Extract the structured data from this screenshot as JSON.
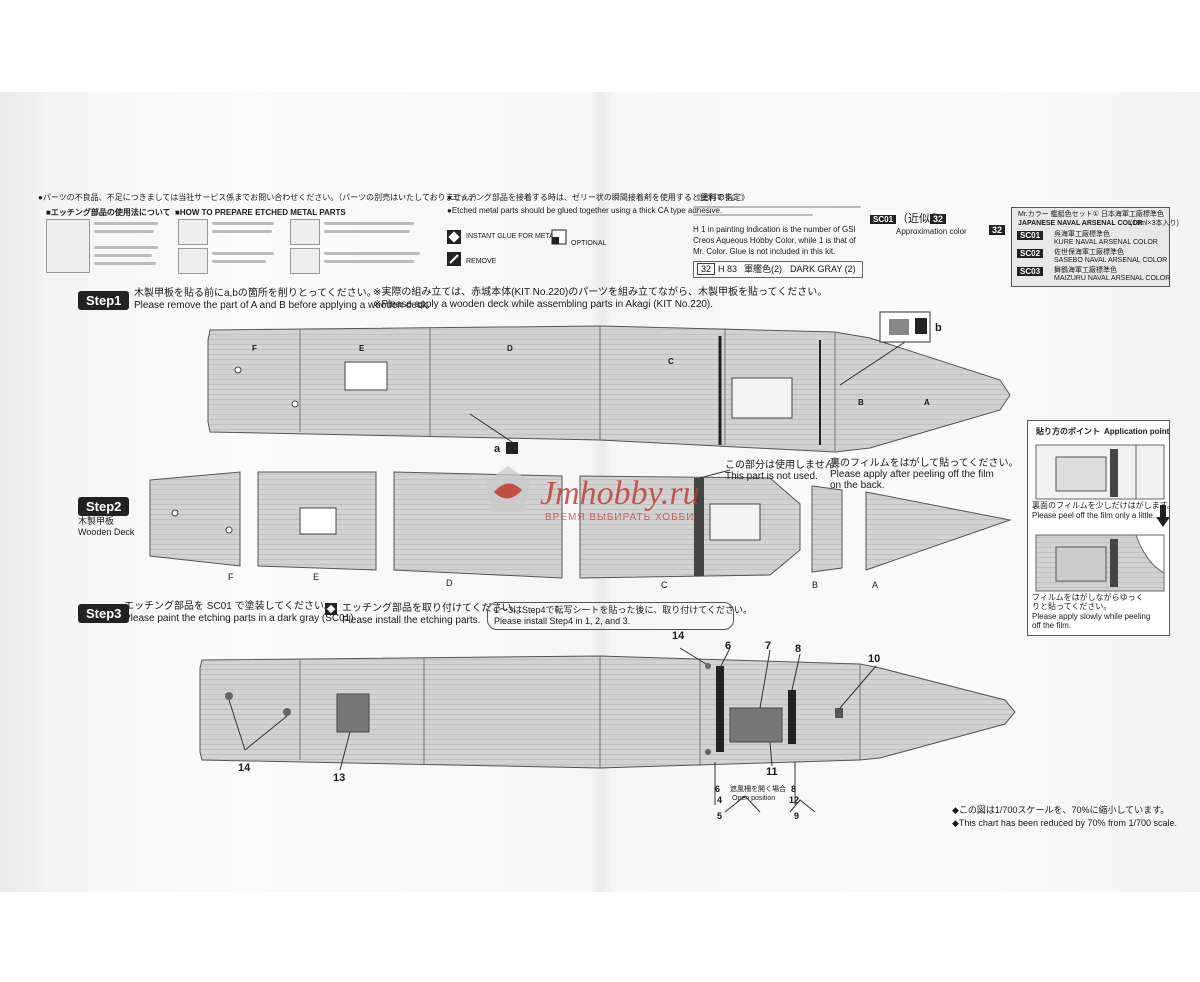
{
  "header": {
    "parts_notice": "●パーツの不良品、不足につきましては当社サービス係までお問い合わせください。（パーツの別売はいたしておりません。）",
    "etched_jp": "■エッチング部品の使用法について",
    "etched_en": "■HOW TO PREPARE ETCHED METAL PARTS",
    "glue_jp": "●エッチング部品を接着する時は、ゼリー状の瞬間接着剤を使用すると便利です。",
    "glue_en": "●Etched metal parts should be glued together using a thick CA type adhesive.",
    "symbol_glue": "INSTANT GLUE FOR METAL",
    "symbol_optional": "OPTIONAL",
    "symbol_remove": "REMOVE",
    "paint_title": "《塗料の指定》",
    "paint_line1": "H 1 in painting indication is the number of GSI",
    "paint_line2": "Creos Aqueous Hobby Color, while 1 is that of",
    "paint_line3": "Mr. Color. Glue is not included in this kit.",
    "color_num": "32",
    "color_h": "H 83",
    "color_jp": "軍艦色(2)",
    "color_en": "DARK GRAY (2)",
    "approx_code": "SC01",
    "approx_jp": "（近似色",
    "approx_num": "32",
    "approx_en": "Approximation color",
    "mr_title_jp": "Mr.カラー 艦艇色セット① 日本海軍工廠標準色",
    "mr_title_en": "JAPANESE NAVAL ARSENAL COLOR",
    "mr_sub": "(18ml×3本入り)",
    "mr_items": [
      {
        "code": "SC01",
        "jp": "呉海軍工廠標準色",
        "en": "KURE NAVAL ARSENAL COLOR"
      },
      {
        "code": "SC02",
        "jp": "佐世保海軍工廠標準色",
        "en": "SASEBO NAVAL ARSENAL COLOR"
      },
      {
        "code": "SC03",
        "jp": "舞鶴海軍工廠標準色",
        "en": "MAIZURU NAVAL ARSENAL COLOR"
      }
    ]
  },
  "step1": {
    "tag": "Step1",
    "jp": "木製甲板を貼る前にa,bの箇所を削りとってください。",
    "en": "Please remove the part of A and B before applying a wooden deck.",
    "note_jp": "※実際の組み立ては、赤城本体(KIT No.220)のパーツを組み立てながら、木製甲板を貼ってください。",
    "note_en": "※Please apply a wooden deck while assembling parts in Akagi (KIT No.220).",
    "labels": [
      "F",
      "E",
      "D",
      "C",
      "B",
      "A"
    ],
    "callout_a": "a",
    "callout_b": "b"
  },
  "step2": {
    "tag": "Step2",
    "jp": "木製甲板",
    "en": "Wooden Deck",
    "labels": [
      "F",
      "E",
      "D",
      "C",
      "B",
      "A"
    ],
    "unused_jp": "この部分は使用しません。",
    "unused_en": "This part is not used.",
    "peel_jp": "裏のフィルムをはがして貼ってください。",
    "peel_en1": "Please apply after peeling off the film",
    "peel_en2": "on the back."
  },
  "application": {
    "title_jp": "貼り方のポイント",
    "title_en": "Application point",
    "step1_jp": "裏面のフィルムを少しだけはがします。",
    "step1_en": "Please peel off the film only a little.",
    "step2_jp1": "フィルムをはがしながらゆっく",
    "step2_jp2": "りと貼ってください。",
    "step2_en1": "Please apply slowly while peeling",
    "step2_en2": "off the film."
  },
  "step3": {
    "tag": "Step3",
    "paint_jp": "エッチング部品を SC01 で塗装してください。",
    "paint_en": "Please paint the etching parts in a dark gray (SC01)",
    "install_jp": "エッチング部品を取り付けてください。",
    "install_en": "Please install the etching parts.",
    "order_jp": "1〜3はStep4で転写シートを貼った後に、取り付けてください。",
    "order_en": "Please install Step4 in 1, 2, and 3.",
    "part_numbers": [
      "14",
      "6",
      "7",
      "8",
      "10",
      "14",
      "13",
      "11",
      "6",
      "4",
      "5",
      "8",
      "12",
      "9"
    ],
    "open_jp": "遮風柵を開く場合",
    "open_en": "Open position"
  },
  "footer": {
    "scale_jp": "◆この図は1/700スケールを、70%に縮小しています。",
    "scale_en": "◆This chart has been reduced by 70% from 1/700 scale."
  },
  "watermark": {
    "brand": "Jmhobby.ru",
    "tagline": "ВРЕМЯ ВЫБИРАТЬ ХОББИ"
  }
}
